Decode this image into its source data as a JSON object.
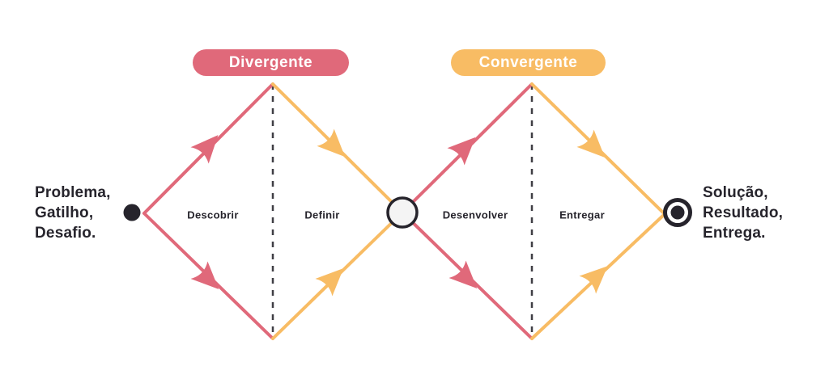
{
  "colors": {
    "pink": "#E0697A",
    "orange": "#F8BC64",
    "dark": "#26242C",
    "dashed": "#3F3E44",
    "center_node_fill": "#F4F4F4",
    "white": "#FFFFFF"
  },
  "badges": {
    "divergente": {
      "label": "Divergente",
      "color": "#E0697A"
    },
    "convergente": {
      "label": "Convergente",
      "color": "#F8BC64"
    }
  },
  "phases": [
    {
      "label": "Descobrir"
    },
    {
      "label": "Definir"
    },
    {
      "label": "Desenvolver"
    },
    {
      "label": "Entregar"
    }
  ],
  "notes": {
    "left": {
      "lines": [
        "Problema,",
        "Gatilho,",
        "Desafio."
      ]
    },
    "right": {
      "lines": [
        "Solução,",
        "Resultado,",
        "Entrega."
      ]
    }
  }
}
